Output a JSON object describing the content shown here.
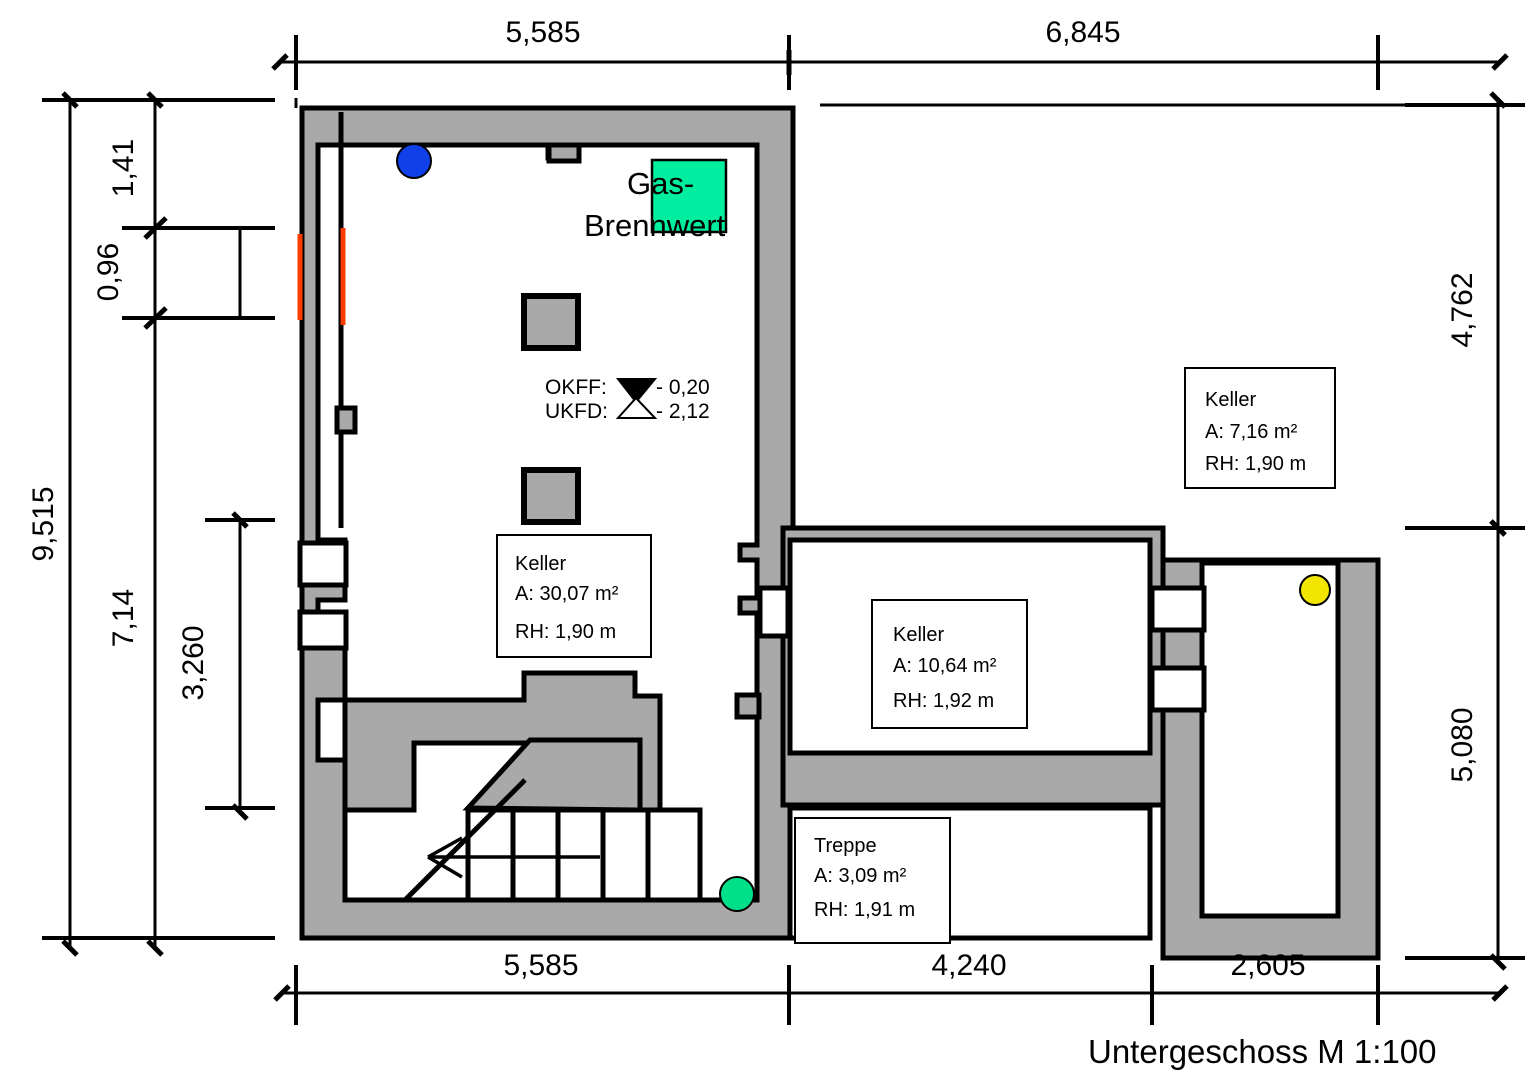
{
  "drawing": {
    "title": "Untergeschoss M 1:100",
    "equipment_label_line1": "Gas-",
    "equipment_label_line2": "Brennwert",
    "levels": {
      "okff_label": "OKFF:",
      "okff_value": "- 0,20",
      "ukfd_label": "UKFD:",
      "ukfd_value": "- 2,12"
    },
    "colors": {
      "wall_fill": "#a9a9a9",
      "outline": "#000000",
      "equipment": "#00ee9f",
      "marker_blue": "#1040e8",
      "marker_green": "#00e08a",
      "marker_yellow": "#f2e600",
      "window_red": "#ff3c00",
      "background": "#ffffff"
    }
  },
  "rooms": [
    {
      "id": "keller-main",
      "name": "Keller",
      "area_label": "A: 30,07 m²",
      "height_label": "RH: 1,90 m"
    },
    {
      "id": "keller-upper-right",
      "name": "Keller",
      "area_label": "A: 7,16 m²",
      "height_label": "RH: 1,90 m"
    },
    {
      "id": "keller-middle-right",
      "name": "Keller",
      "area_label": "A: 10,64 m²",
      "height_label": "RH: 1,92 m"
    },
    {
      "id": "treppe",
      "name": "Treppe",
      "area_label": "A: 3,09 m²",
      "height_label": "RH: 1,91 m"
    }
  ],
  "dimensions": {
    "top": [
      {
        "id": "top-left",
        "value": "5,585"
      },
      {
        "id": "top-right",
        "value": "6,845"
      }
    ],
    "bottom": [
      {
        "id": "bottom-left",
        "value": "5,585"
      },
      {
        "id": "bottom-middle",
        "value": "4,240"
      },
      {
        "id": "bottom-right",
        "value": "2,605"
      }
    ],
    "left_outer": [
      {
        "id": "left-total",
        "value": "9,515"
      }
    ],
    "left_middle": [
      {
        "id": "left-mid-141",
        "value": "1,41"
      },
      {
        "id": "left-mid-714",
        "value": "7,14"
      }
    ],
    "left_inner": [
      {
        "id": "left-in-096",
        "value": "0,96"
      },
      {
        "id": "left-in-3260",
        "value": "3,260"
      }
    ],
    "right": [
      {
        "id": "right-upper",
        "value": "4,762"
      },
      {
        "id": "right-lower",
        "value": "5,080"
      }
    ]
  },
  "markers": [
    {
      "id": "marker-blue",
      "kind": "circle"
    },
    {
      "id": "marker-green",
      "kind": "circle"
    },
    {
      "id": "marker-yellow",
      "kind": "circle"
    }
  ]
}
